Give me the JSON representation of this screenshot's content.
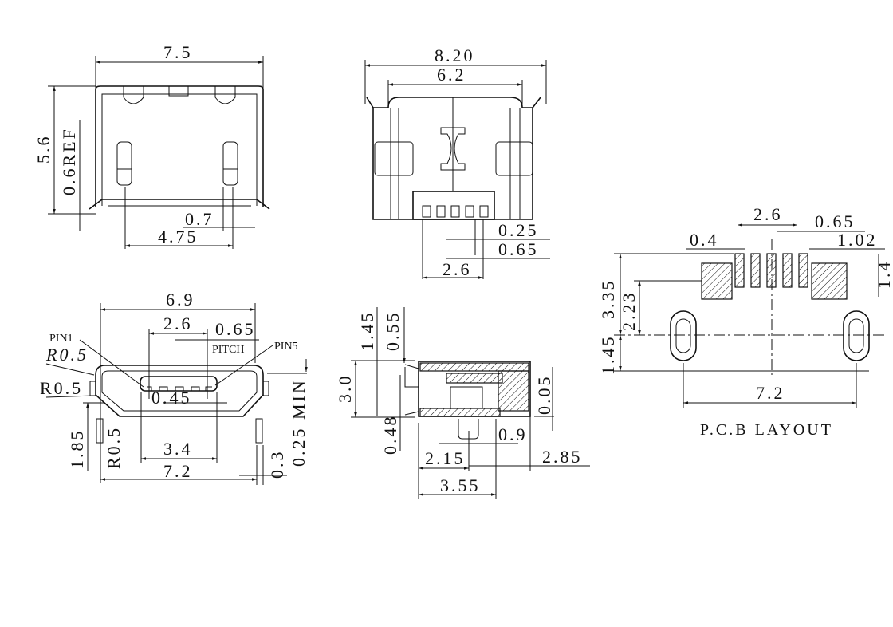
{
  "views": {
    "top_view": {
      "width": "7.5",
      "height": "5.6",
      "ref": "0.6REF",
      "pin_offset": "0.7",
      "pin_span": "4.75"
    },
    "front_top_view": {
      "outer_width": "8.20",
      "inner_width": "6.2",
      "pin_width": "0.25",
      "pin_pitch": "0.65",
      "pin_span": "2.6"
    },
    "front_view": {
      "width": "6.9",
      "pin_span": "2.6",
      "pitch": "0.65",
      "pin1": "PIN1",
      "pitch_label": "PITCH",
      "pin5": "PIN5",
      "radius_top": "R0.5",
      "radius_left": "R0.5",
      "slot_height": "0.45",
      "leg_height": "1.85",
      "radius_bottom": "R0.5",
      "slot_width": "3.4",
      "overall_width": "7.2",
      "min_height": "0.25 MIN",
      "leg_width": "0.3"
    },
    "side_view": {
      "d1": "1.45",
      "d2": "0.55",
      "height": "3.0",
      "d3": "0.48",
      "d4": "0.05",
      "d5": "0.9",
      "d6": "2.15",
      "d7": "2.85",
      "depth": "3.55"
    },
    "pcb_layout": {
      "pad_span": "2.6",
      "pad_pitch": "0.65",
      "pad_width": "0.4",
      "pad_offset": "1.02",
      "pad_height": "1.4",
      "h1": "3.35",
      "h2": "2.23",
      "h3": "1.45",
      "hole_span": "7.2",
      "title": "P.C.B LAYOUT"
    }
  }
}
